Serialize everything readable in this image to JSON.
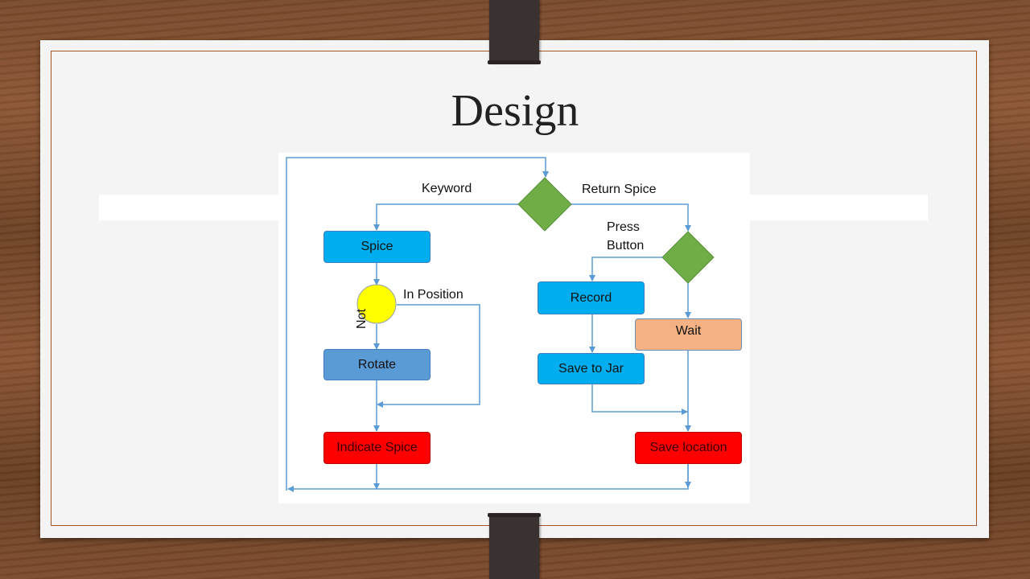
{
  "slide": {
    "title": "Design"
  },
  "diagram": {
    "edges": {
      "keyword": "Keyword",
      "return_spice": "Return Spice",
      "press_button_line1": "Press",
      "press_button_line2": "Button",
      "in_position": "In Position",
      "not": "Not"
    },
    "nodes": {
      "spice": "Spice",
      "rotate": "Rotate",
      "indicate_spice": "Indicate Spice",
      "record": "Record",
      "save_to_jar": "Save to Jar",
      "wait": "Wait",
      "save_location": "Save location"
    },
    "colors": {
      "decision": "#70ad47",
      "check": "#ffff00",
      "process": "#00aeef",
      "rotate": "#5b9bd5",
      "output": "#ff0000",
      "wait": "#f4b183",
      "arrow": "#5b9bd5"
    }
  }
}
